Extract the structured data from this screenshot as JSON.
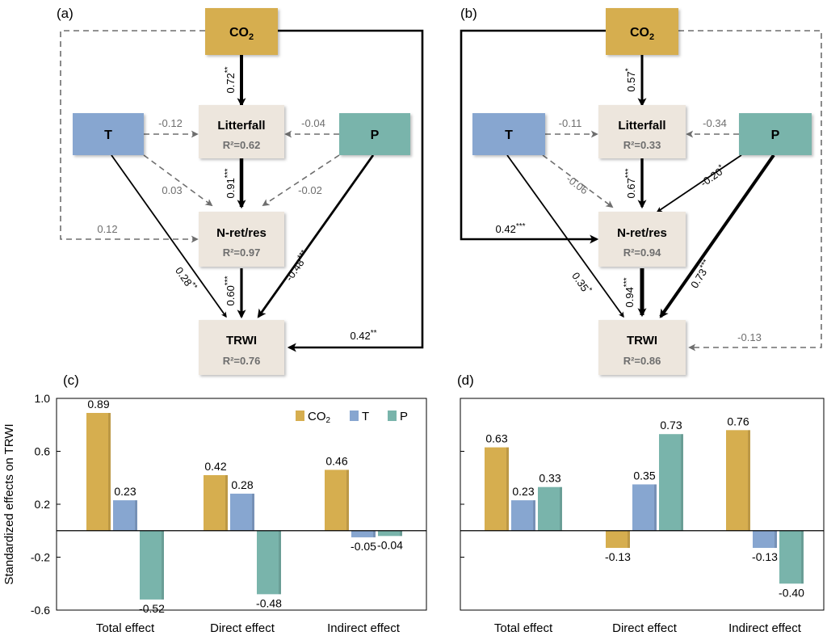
{
  "colors": {
    "co2": "#D6AE4F",
    "t": "#87A6D0",
    "p": "#79B4AB",
    "box": "#EDE6DD"
  },
  "panels": {
    "a": {
      "label": "(a)",
      "nodes": {
        "co2": {
          "label": "CO",
          "sub": "2"
        },
        "t": {
          "label": "T"
        },
        "p": {
          "label": "P"
        },
        "litter": {
          "label": "Litterfall",
          "r2": "R²=0.62"
        },
        "nret": {
          "label": "N-ret/res",
          "r2": "R²=0.97"
        },
        "trwi": {
          "label": "TRWI",
          "r2": "R²=0.76"
        }
      },
      "paths": [
        {
          "id": "co2-litter",
          "coef": "0.72",
          "sig": "**"
        },
        {
          "id": "t-litter",
          "coef": "-0.12",
          "sig": ""
        },
        {
          "id": "p-litter",
          "coef": "-0.04",
          "sig": ""
        },
        {
          "id": "litter-nret",
          "coef": "0.91",
          "sig": "***"
        },
        {
          "id": "t-nret",
          "coef": "0.03",
          "sig": ""
        },
        {
          "id": "p-nret",
          "coef": "-0.02",
          "sig": ""
        },
        {
          "id": "co2-nret",
          "coef": "0.12",
          "sig": ""
        },
        {
          "id": "t-trwi",
          "coef": "0.28",
          "sig": "**"
        },
        {
          "id": "nret-trwi",
          "coef": "0.60",
          "sig": "***"
        },
        {
          "id": "p-trwi",
          "coef": "-0.48",
          "sig": "***"
        },
        {
          "id": "co2-trwi",
          "coef": "0.42",
          "sig": "**"
        }
      ]
    },
    "b": {
      "label": "(b)",
      "nodes": {
        "co2": {
          "label": "CO",
          "sub": "2"
        },
        "t": {
          "label": "T"
        },
        "p": {
          "label": "P"
        },
        "litter": {
          "label": "Litterfall",
          "r2": "R²=0.33"
        },
        "nret": {
          "label": "N-ret/res",
          "r2": "R²=0.94"
        },
        "trwi": {
          "label": "TRWI",
          "r2": "R²=0.86"
        }
      },
      "paths": [
        {
          "id": "co2-litter",
          "coef": "0.57",
          "sig": "*"
        },
        {
          "id": "t-litter",
          "coef": "-0.11",
          "sig": ""
        },
        {
          "id": "p-litter",
          "coef": "-0.34",
          "sig": ""
        },
        {
          "id": "litter-nret",
          "coef": "0.67",
          "sig": "***"
        },
        {
          "id": "t-nret",
          "coef": "-0.06",
          "sig": ""
        },
        {
          "id": "p-nret",
          "coef": "-0.20",
          "sig": "*"
        },
        {
          "id": "co2-nret",
          "coef": "0.42",
          "sig": "***"
        },
        {
          "id": "t-trwi",
          "coef": "0.35",
          "sig": "*"
        },
        {
          "id": "nret-trwi",
          "coef": "0.94",
          "sig": "***"
        },
        {
          "id": "p-trwi",
          "coef": "0.73",
          "sig": "***"
        },
        {
          "id": "co2-trwi",
          "coef": "-0.13",
          "sig": ""
        }
      ]
    }
  },
  "chart_data": [
    {
      "panel": "(c)",
      "type": "bar",
      "ylabel": "Standardized effects on TRWI",
      "ylim": [
        -0.6,
        1.0
      ],
      "yticks": [
        "1.0",
        "0.6",
        "0.2",
        "-0.2",
        "-0.6"
      ],
      "categories": [
        "Total effect",
        "Direct effect",
        "Indirect effect"
      ],
      "legend": {
        "position": "top-right",
        "co2": "CO",
        "co2_sub": "2",
        "t": "T",
        "p": "P"
      },
      "series": [
        {
          "name": "CO2",
          "values": [
            0.89,
            0.42,
            0.46
          ],
          "labels": [
            "0.89",
            "0.42",
            "0.46"
          ]
        },
        {
          "name": "T",
          "values": [
            0.23,
            0.28,
            -0.05
          ],
          "labels": [
            "0.23",
            "0.28",
            "-0.05"
          ]
        },
        {
          "name": "P",
          "values": [
            -0.52,
            -0.48,
            -0.04
          ],
          "labels": [
            "-0.52",
            "-0.48",
            "-0.04"
          ]
        }
      ]
    },
    {
      "panel": "(d)",
      "type": "bar",
      "ylim": [
        -0.6,
        1.0
      ],
      "categories": [
        "Total effect",
        "Direct effect",
        "Indirect effect"
      ],
      "series": [
        {
          "name": "CO2",
          "values": [
            0.63,
            -0.13,
            0.76
          ],
          "labels": [
            "0.63",
            "-0.13",
            "0.76"
          ]
        },
        {
          "name": "T",
          "values": [
            0.23,
            0.35,
            -0.13
          ],
          "labels": [
            "0.23",
            "0.35",
            "-0.13"
          ]
        },
        {
          "name": "P",
          "values": [
            0.33,
            0.73,
            -0.4
          ],
          "labels": [
            "0.33",
            "0.73",
            "-0.40"
          ]
        }
      ]
    }
  ]
}
